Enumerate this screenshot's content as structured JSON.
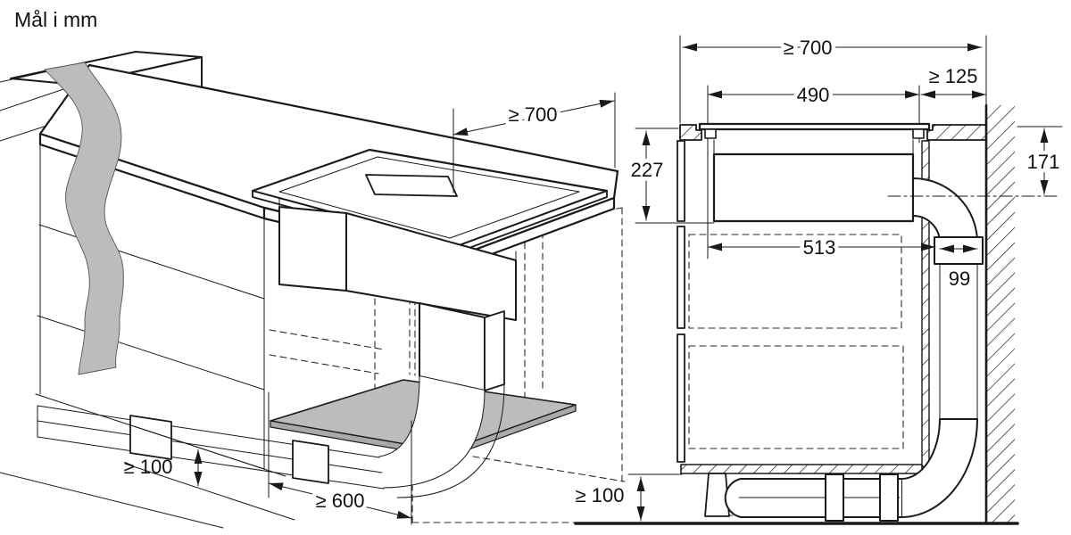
{
  "title": "Mål i mm",
  "dims": {
    "left_700": "≥ 700",
    "left_100": "≥ 100",
    "left_600": "≥ 600",
    "right_700": "≥ 700",
    "right_125": "≥ 125",
    "right_490": "490",
    "right_227": "227",
    "right_171": "171",
    "right_513": "513",
    "right_99": "99",
    "right_100": "≥ 100"
  },
  "colors": {
    "line": "#1a1a1a",
    "gray": "#bcbcbc",
    "background": "#ffffff"
  }
}
